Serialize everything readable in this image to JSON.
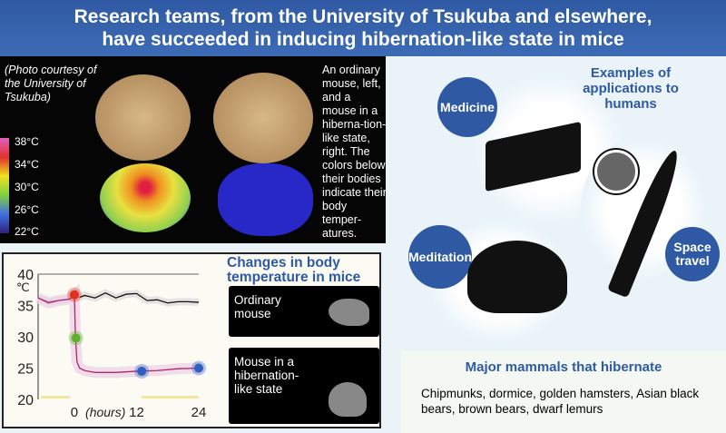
{
  "header": {
    "line1": "Research teams, from the University of Tsukuba and elsewhere,",
    "line2": "have succeeded in inducing hibernation-like state in mice"
  },
  "photo": {
    "credit": "(Photo courtesy of the University of Tsukuba)",
    "caption": "An ordinary mouse, left, and a mouse in a hiberna-tion-like state, right. The colors below their bodies indicate their body temper-atures.",
    "scale": [
      "38°C",
      "34°C",
      "30°C",
      "26°C",
      "22°C"
    ]
  },
  "chart": {
    "title": "Changes in body temperature in mice",
    "ordinary_label": "Ordinary mouse",
    "hibernating_label": "Mouse in a hibernation-like state"
  },
  "chart_data": {
    "type": "line",
    "ylabel": "℃",
    "xlabel": "(hours)",
    "ylim": [
      20,
      40
    ],
    "xlim": [
      -7,
      24
    ],
    "yticks": [
      40,
      35,
      30,
      25,
      20
    ],
    "xticks": [
      0,
      12,
      24
    ],
    "series": [
      {
        "name": "Ordinary mouse",
        "color": "#111111",
        "x": [
          -7,
          -5,
          -3,
          -1,
          0,
          1,
          2,
          4,
          6,
          8,
          10,
          12,
          14,
          16,
          18,
          20,
          22,
          24
        ],
        "y": [
          36.2,
          35.6,
          35.8,
          36,
          36.5,
          36.3,
          36.6,
          36.2,
          37,
          36.2,
          36.8,
          36.9,
          35.8,
          35.9,
          35.4,
          35.6,
          35.6,
          35.5
        ]
      },
      {
        "name": "Mouse in a hibernation-like state",
        "color": "#b0246a",
        "x": [
          -7,
          -5,
          -3,
          -1,
          0,
          0.2,
          0.5,
          1,
          2,
          4,
          8,
          12,
          16,
          20,
          24
        ],
        "y": [
          36.2,
          35.4,
          35.8,
          36,
          36.7,
          30,
          26,
          25,
          24.6,
          24.3,
          24.3,
          24.5,
          24.6,
          24.9,
          25
        ]
      }
    ],
    "markers": [
      {
        "x": 0,
        "y": 36.7,
        "color": "#e03020"
      },
      {
        "x": 0.3,
        "y": 29.8,
        "color": "#60b030"
      },
      {
        "x": 13,
        "y": 24.5,
        "color": "#2f60c0"
      },
      {
        "x": 24,
        "y": 25,
        "color": "#2f60c0"
      }
    ]
  },
  "applications": {
    "title": "Examples of applications to humans",
    "items": [
      "Medicine",
      "Meditation",
      "Space travel"
    ]
  },
  "mammals": {
    "title": "Major mammals that hibernate",
    "text": "Chipmunks, dormice, golden hamsters, Asian black bears, brown bears, dwarf lemurs"
  }
}
